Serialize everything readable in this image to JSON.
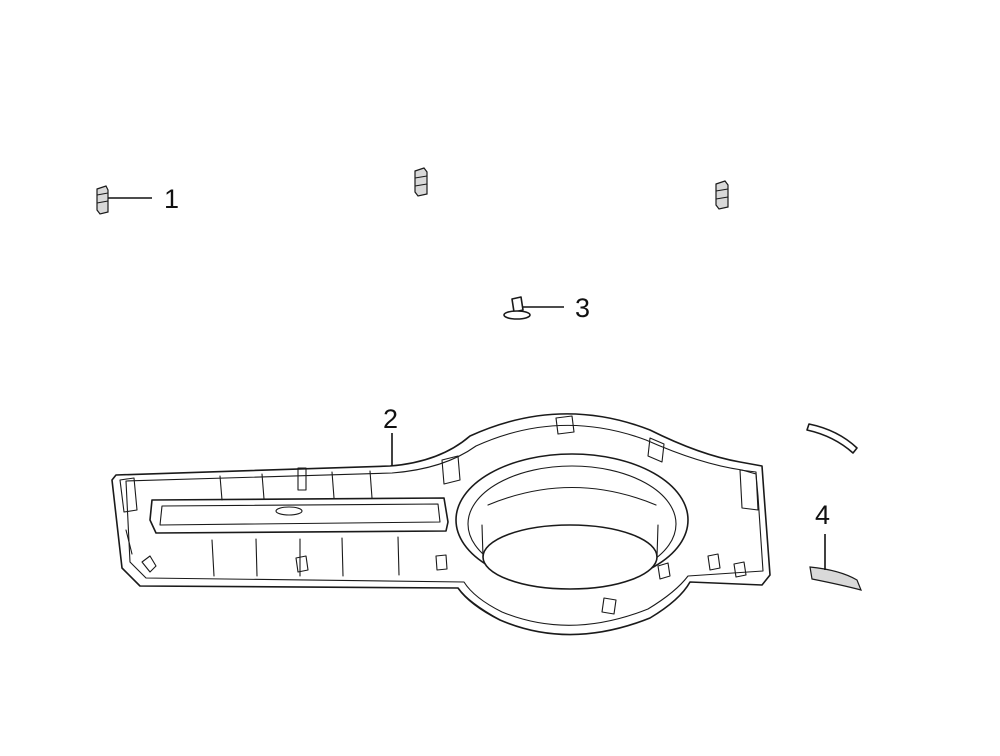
{
  "callouts": [
    {
      "id": "1",
      "label": "1"
    },
    {
      "id": "2",
      "label": "2"
    },
    {
      "id": "3",
      "label": "3"
    },
    {
      "id": "4",
      "label": "4"
    }
  ],
  "colors": {
    "line": "#1a1a1a",
    "background": "#ffffff",
    "shade": "#d9d9d9"
  }
}
